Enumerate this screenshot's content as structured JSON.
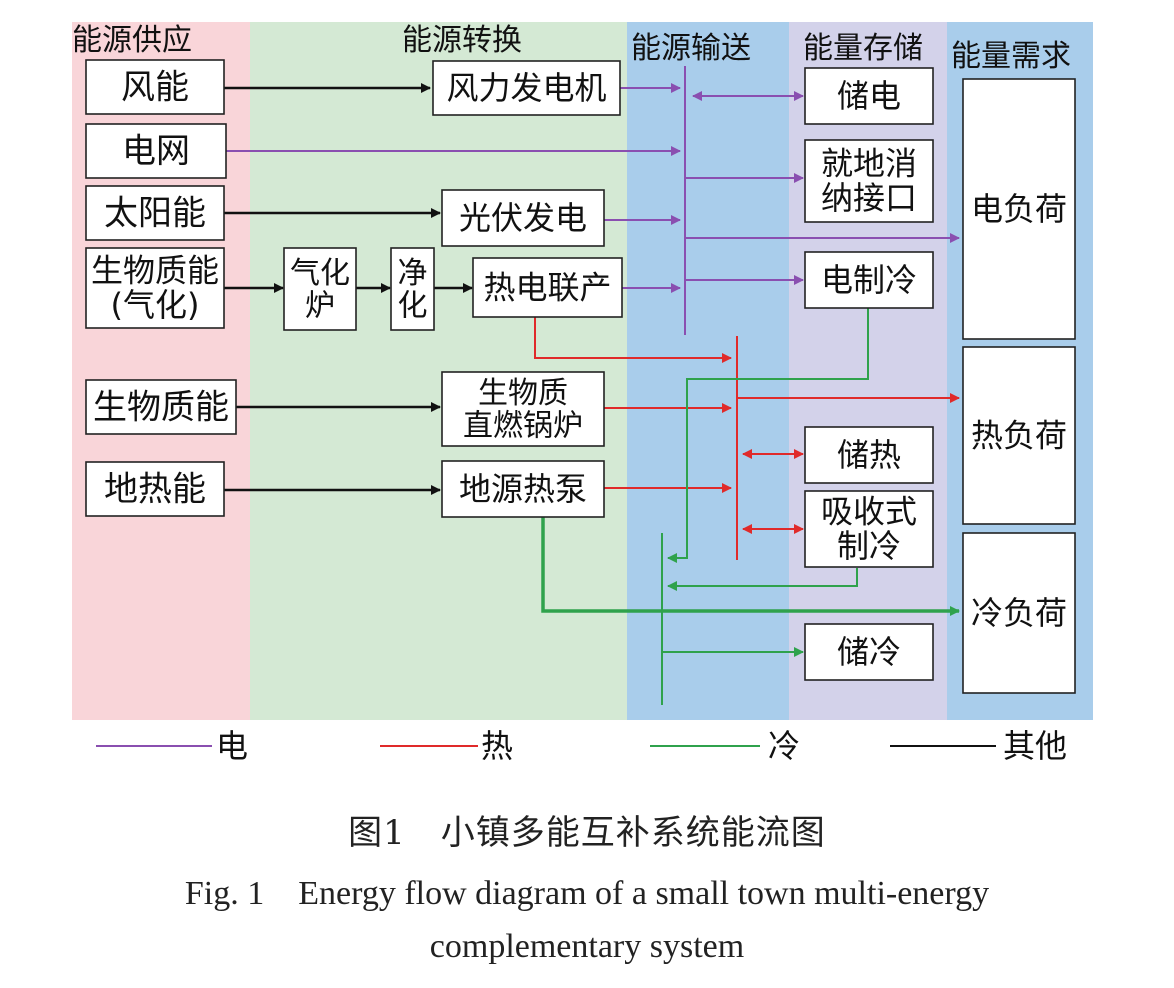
{
  "columns": [
    {
      "id": "supply",
      "label": "能源供应",
      "color": "#f9d5d9"
    },
    {
      "id": "convert",
      "label": "能源转换",
      "color": "#d4e9d4"
    },
    {
      "id": "transport",
      "label": "能源输送",
      "color": "#a9cdeb"
    },
    {
      "id": "storage",
      "label": "能量存储",
      "color": "#d3d2ea"
    },
    {
      "id": "demand",
      "label": "能量需求",
      "color": "#a9cdeb"
    }
  ],
  "nodes": [
    {
      "id": "wind",
      "lines": [
        "风能"
      ]
    },
    {
      "id": "grid",
      "lines": [
        "电网"
      ]
    },
    {
      "id": "solar",
      "lines": [
        "太阳能"
      ]
    },
    {
      "id": "biogas",
      "lines": [
        "生物质能",
        "(气化)"
      ]
    },
    {
      "id": "bio",
      "lines": [
        "生物质能"
      ]
    },
    {
      "id": "geo",
      "lines": [
        "地热能"
      ]
    },
    {
      "id": "gasifier",
      "lines": [
        "气化",
        "炉"
      ]
    },
    {
      "id": "purify",
      "lines": [
        "净",
        "化"
      ]
    },
    {
      "id": "windgen",
      "lines": [
        "风力发电机"
      ]
    },
    {
      "id": "pv",
      "lines": [
        "光伏发电"
      ]
    },
    {
      "id": "chp",
      "lines": [
        "热电联产"
      ]
    },
    {
      "id": "boiler",
      "lines": [
        "生物质",
        "直燃锅炉"
      ]
    },
    {
      "id": "gshp",
      "lines": [
        "地源热泵"
      ]
    },
    {
      "id": "elecstore",
      "lines": [
        "储电"
      ]
    },
    {
      "id": "local",
      "lines": [
        "就地消",
        "纳接口"
      ]
    },
    {
      "id": "ecool",
      "lines": [
        "电制冷"
      ]
    },
    {
      "id": "heatstore",
      "lines": [
        "储热"
      ]
    },
    {
      "id": "abs",
      "lines": [
        "吸收式",
        "制冷"
      ]
    },
    {
      "id": "coldstore",
      "lines": [
        "储冷"
      ]
    },
    {
      "id": "eload",
      "lines": [
        "电负荷"
      ]
    },
    {
      "id": "hload",
      "lines": [
        "热负荷"
      ]
    },
    {
      "id": "cload",
      "lines": [
        "冷负荷"
      ]
    }
  ],
  "legend": [
    {
      "id": "elec",
      "label": "电",
      "color": "#8a4fb0"
    },
    {
      "id": "heat",
      "label": "热",
      "color": "#e02a2a"
    },
    {
      "id": "cold",
      "label": "冷",
      "color": "#2fa24c"
    },
    {
      "id": "other",
      "label": "其他",
      "color": "#111111"
    }
  ],
  "caption": {
    "cn": "图1　小镇多能互补系统能流图",
    "en_line1": "Fig. 1　Energy flow diagram of a small town multi-energy",
    "en_line2": "complementary system"
  }
}
